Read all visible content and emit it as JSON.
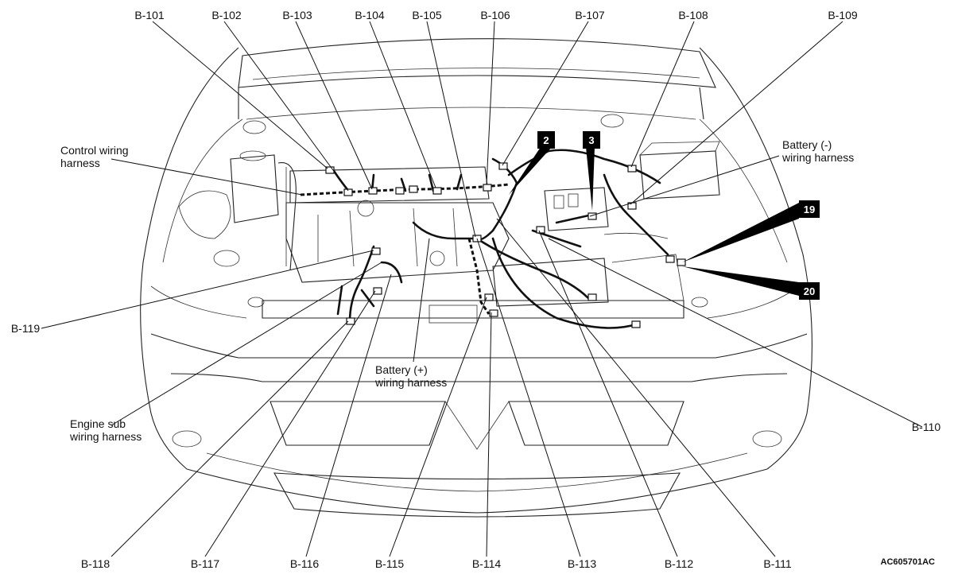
{
  "connectors_top": [
    "B-101",
    "B-102",
    "B-103",
    "B-104",
    "B-105",
    "B-106",
    "B-107",
    "B-108",
    "B-109"
  ],
  "connectors_bottom": [
    "B-118",
    "B-117",
    "B-116",
    "B-115",
    "B-114",
    "B-113",
    "B-112",
    "B-111"
  ],
  "connector_right": "B-110",
  "connector_left": "B-119",
  "harness_labels": {
    "control_line1": "Control wiring",
    "control_line2": "harness",
    "battery_neg_line1": "Battery (-)",
    "battery_neg_line2": "wiring harness",
    "battery_pos_line1": "Battery (+)",
    "battery_pos_line2": "wiring harness",
    "engine_sub_line1": "Engine sub",
    "engine_sub_line2": "wiring harness"
  },
  "badges": {
    "b2": "2",
    "b3": "3",
    "b19": "19",
    "b20": "20"
  },
  "figure_code": "AC605701AC",
  "colors": {
    "ink": "#111111",
    "badge_fill": "#000000"
  }
}
